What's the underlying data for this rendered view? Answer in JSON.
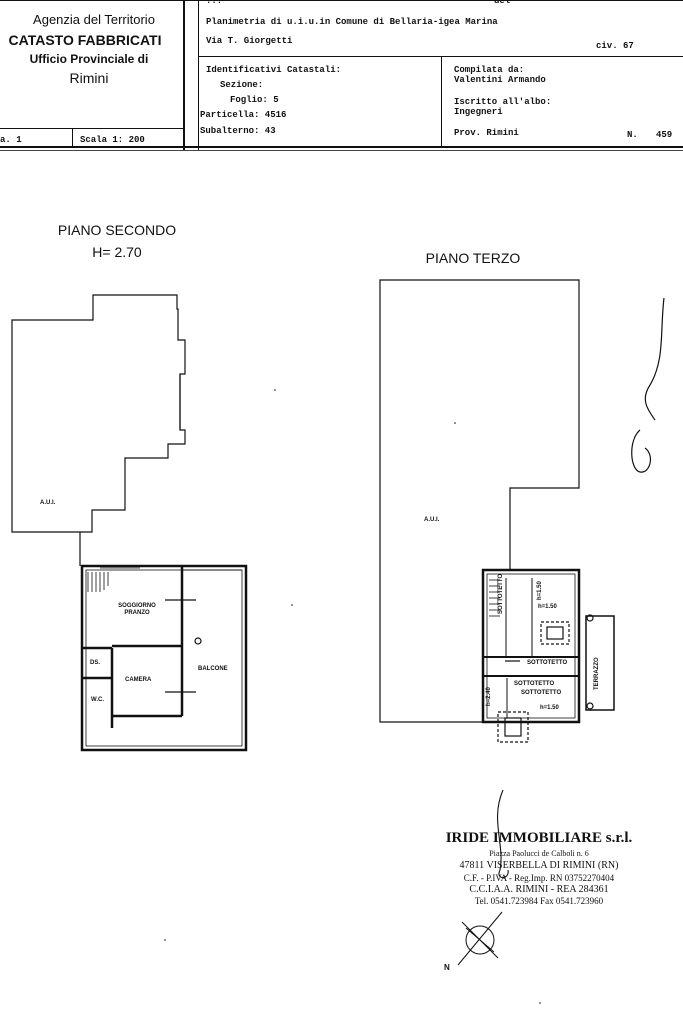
{
  "header": {
    "agency": "Agenzia del Territorio",
    "catasto": "CATASTO FABBRICATI",
    "office": "Ufficio Provinciale di",
    "city": "Rimini",
    "sheet": "a. 1",
    "scale": "Scala 1: 200",
    "top_cut_left": "...",
    "top_cut_right": "del",
    "plan_line": "Planimetria di u.i.u.in Comune di Bellaria-igea Marina",
    "address": "Via T. Giorgetti",
    "civic": "civ. 67",
    "ident_title": "Identificativi Catastali:",
    "sezione": "Sezione:",
    "foglio": "Foglio: 5",
    "particella": "Particella: 4516",
    "subalterno": "Subalterno: 43",
    "compilata": "Compilata da:",
    "compiler": "Valentini Armando",
    "iscritto": "Iscritto all'albo:",
    "albo": "Ingegneri",
    "prov": "Prov. Rimini",
    "n_label": "N.",
    "n_value": "459"
  },
  "floors": {
    "second": {
      "title": "PIANO SECONDO",
      "height": "H= 2.70"
    },
    "third": {
      "title": "PIANO TERZO"
    }
  },
  "rooms": {
    "aui_left": "A.U.I.",
    "aui_right": "A.U.I.",
    "soggiorno": "SOGGIORNO PRANZO",
    "camera": "CAMERA",
    "balcone": "BALCONE",
    "ds": "DS.",
    "wc": "W.C.",
    "sottotetto_a": "SOTTOTETTO",
    "sottotetto_b": "SOTTOTETTO",
    "sottotetto_c": "SOTTOTETTO",
    "sottotetto_d": "SOTTOTETTO",
    "terrazzo": "TERRAZZO",
    "h150_a": "h=1.50",
    "h150_b": "h=1.50",
    "h240": "h=2.40",
    "h150_c": "h=1.50"
  },
  "stamp": {
    "company": "IRIDE IMMOBILIARE s.r.l.",
    "line1": "Piazza Paolucci de Calboli n. 6",
    "line2": "47811 VISERBELLA DI RIMINI (RN)",
    "line3": "C.F. - P.IVA - Reg.Imp. RN 03752270404",
    "line4": "C.C.I.A.A. RIMINI - REA 284361",
    "line5": "Tel. 0541.723984  Fax 0541.723960"
  },
  "north": "N"
}
